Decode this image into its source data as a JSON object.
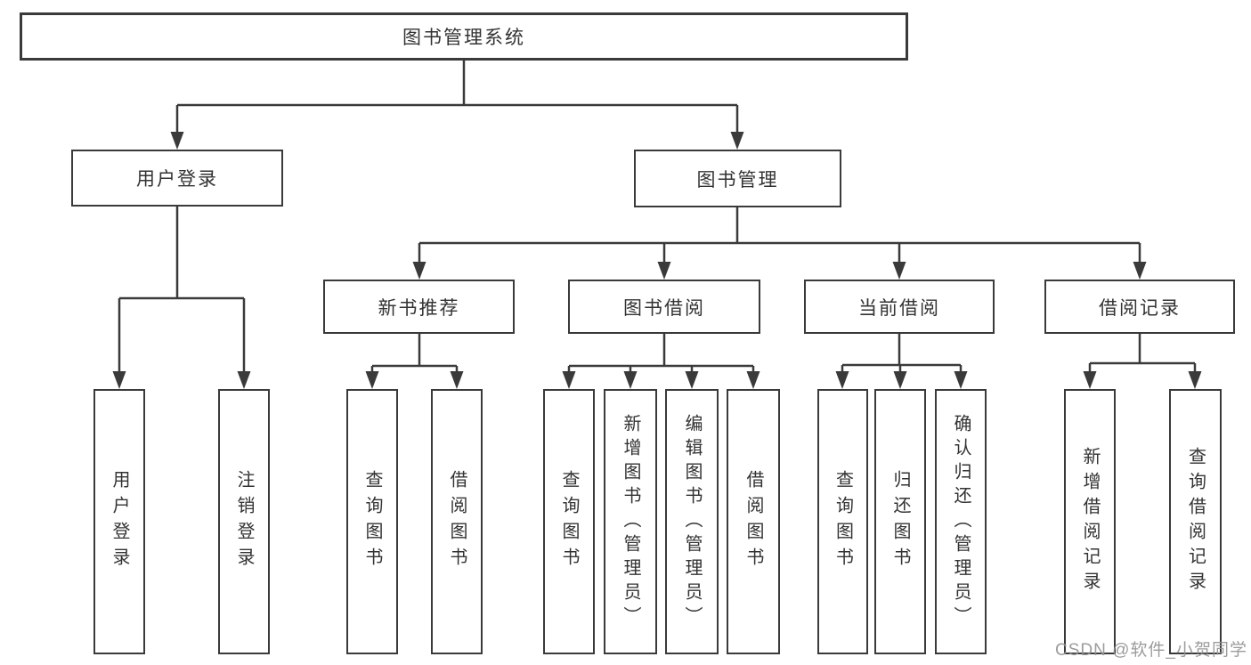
{
  "page": {
    "background": "#ffffff",
    "line_color": "#3a3a3a",
    "text_color": "#333333",
    "watermark_color": "#949494"
  },
  "nodes": {
    "root": "图书管理系统",
    "user_login": "用户登录",
    "book_mgmt": "图书管理",
    "new_books": "新书推荐",
    "book_borrow": "图书借阅",
    "current_borrow": "当前借阅",
    "borrow_records": "借阅记录",
    "ul_login": "用户登录",
    "ul_logout": "注销登录",
    "nb_query": "查询图书",
    "nb_borrow": "借阅图书",
    "bb_query": "查询图书",
    "bb_add": "新增图书（管理员）",
    "bb_edit": "编辑图书（管理员）",
    "bb_borrow": "借阅图书",
    "cb_query": "查询图书",
    "cb_return": "归还图书",
    "cb_confirm": "确认归还（管理员）",
    "br_add": "新增借阅记录",
    "br_query": "查询借阅记录"
  },
  "watermark": "CSDN @软件_小贺同学"
}
